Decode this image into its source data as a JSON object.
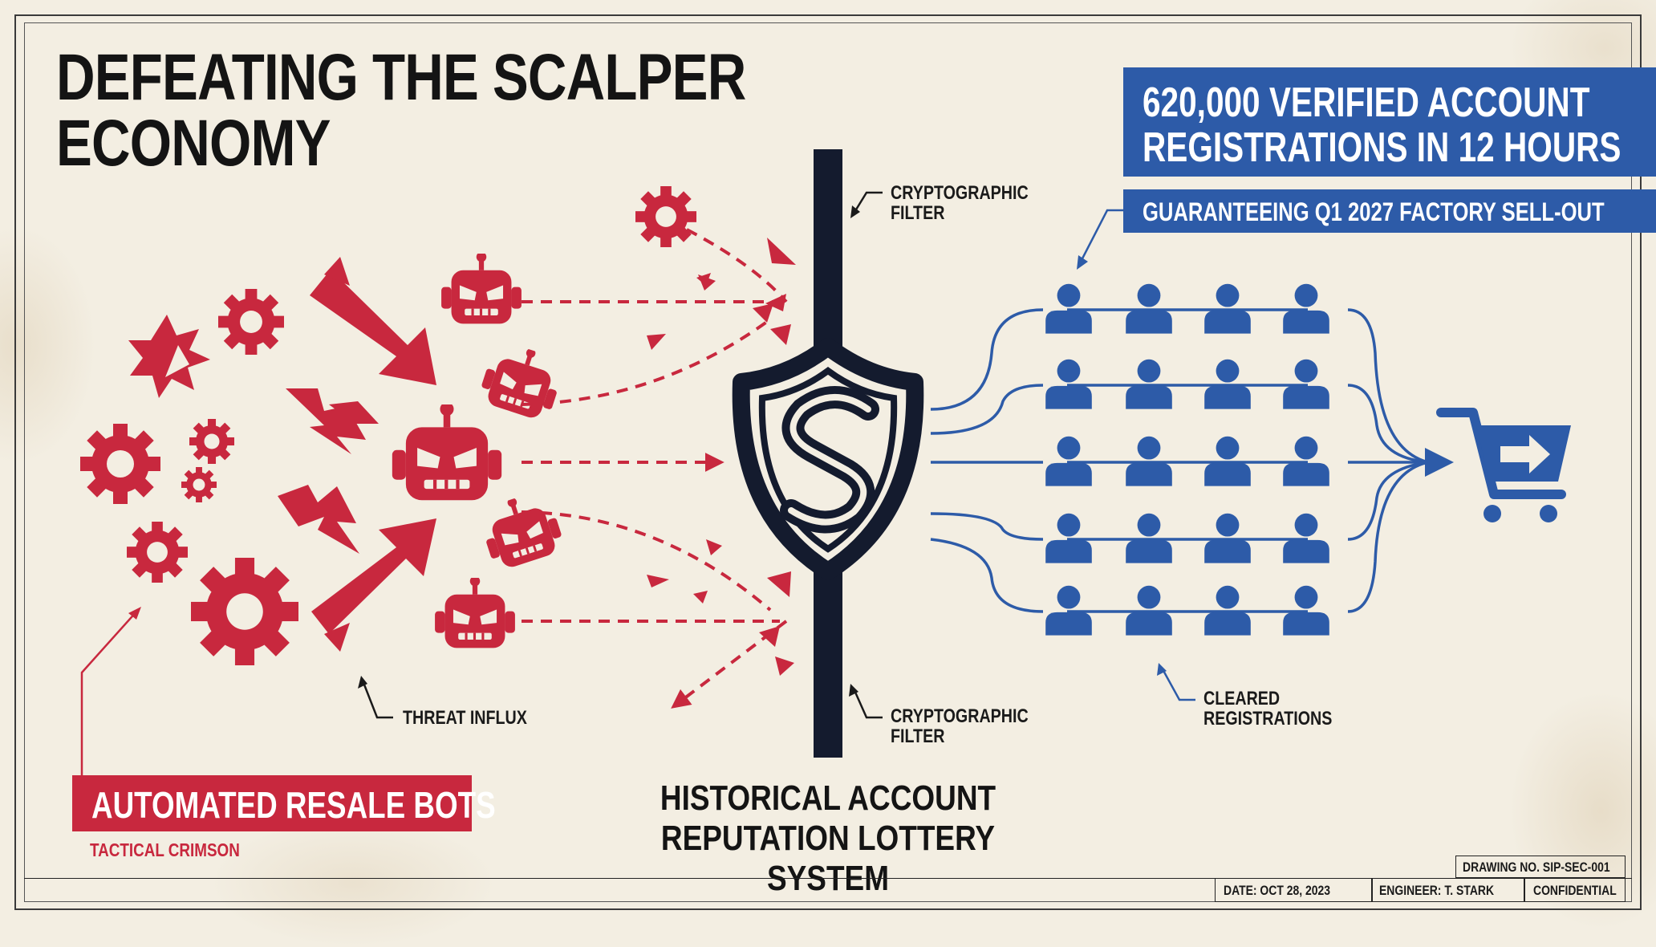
{
  "diagram": {
    "title_line1": "DEFEATING THE SCALPER",
    "title_line2": "ECONOMY",
    "headline_line1": "620,000 VERIFIED ACCOUNT",
    "headline_line2": "REGISTRATIONS IN 12 HOURS",
    "subheadline": "GUARANTEEING Q1 2027 FACTORY SELL-OUT",
    "filter_label_top_line1": "CRYPTOGRAPHIC",
    "filter_label_top_line2": "FILTER",
    "filter_label_bottom_line1": "CRYPTOGRAPHIC",
    "filter_label_bottom_line2": "FILTER",
    "threat_label": "THREAT INFLUX",
    "cleared_label_line1": "CLEARED",
    "cleared_label_line2": "REGISTRATIONS",
    "bots_label": "AUTOMATED RESALE BOTS",
    "bots_sublabel": "TACTICAL CRIMSON",
    "system_label": "HISTORICAL ACCOUNT REPUTATION LOTTERY SYSTEM",
    "user_grid": {
      "rows": 5,
      "cols": 4
    }
  },
  "title_block": {
    "drawing_no": "DRAWING NO. SIP-SEC-001",
    "date": "DATE: OCT 28, 2023",
    "engineer": "ENGINEER: T. STARK",
    "classification": "CONFIDENTIAL"
  },
  "colors": {
    "paper": "#f3eee2",
    "crimson": "#c8283e",
    "blue": "#2d5ba8",
    "navy": "#141b2e",
    "ink": "#141414"
  },
  "icons": [
    "gear-icon",
    "robot-icon",
    "arrow-icon",
    "lightning-icon",
    "shield-icon",
    "user-icon",
    "cart-icon"
  ]
}
